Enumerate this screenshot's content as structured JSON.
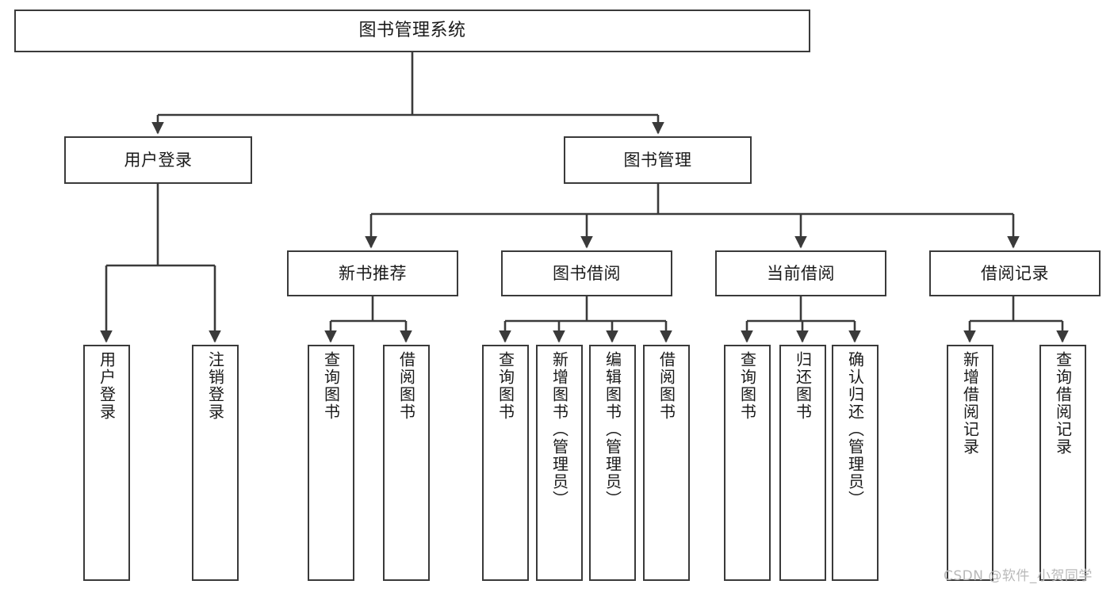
{
  "diagram": {
    "title": "图书管理系统",
    "type": "tree",
    "watermark": "CSDN @软件_小贺同学",
    "colors": {
      "box_border": "#3a3a3a",
      "box_fill": "#ffffff",
      "edge": "#3a3a3a",
      "text": "#1a1a1a",
      "watermark": "#b9b9b9",
      "background": "#ffffff"
    },
    "nodes": {
      "root": {
        "label": "图书管理系统"
      },
      "level2": [
        {
          "label": "用户登录"
        },
        {
          "label": "图书管理"
        }
      ],
      "level3": [
        {
          "label": "新书推荐"
        },
        {
          "label": "图书借阅"
        },
        {
          "label": "当前借阅"
        },
        {
          "label": "借阅记录"
        }
      ],
      "leaves": {
        "user_login": [
          {
            "label": "用户登录"
          },
          {
            "label": "注销登录"
          }
        ],
        "new_book_recommend": [
          {
            "label": "查询图书"
          },
          {
            "label": "借阅图书"
          }
        ],
        "book_borrow": [
          {
            "label": "查询图书"
          },
          {
            "label": "新增图书（管理员）"
          },
          {
            "label": "编辑图书（管理员）"
          },
          {
            "label": "借阅图书"
          }
        ],
        "current_borrow": [
          {
            "label": "查询图书"
          },
          {
            "label": "归还图书"
          },
          {
            "label": "确认归还（管理员）"
          }
        ],
        "borrow_record": [
          {
            "label": "新增借阅记录"
          },
          {
            "label": "查询借阅记录"
          }
        ]
      }
    }
  }
}
